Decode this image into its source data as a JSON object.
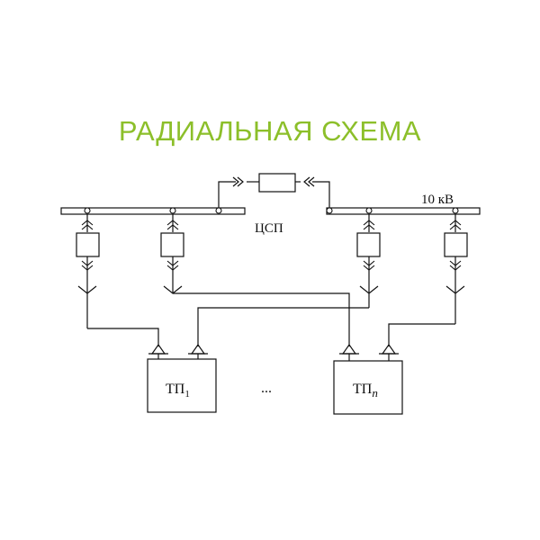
{
  "title": "РАДИАЛЬНАЯ СХЕМА",
  "title_color": "#8cbf2a",
  "labels": {
    "voltage": "10 кВ",
    "distribution_point": "ЦСП",
    "substation_1_main": "ТП",
    "substation_1_sub": "1",
    "substation_n_main": "ТП",
    "substation_n_sub": "n",
    "ellipsis": "..."
  }
}
